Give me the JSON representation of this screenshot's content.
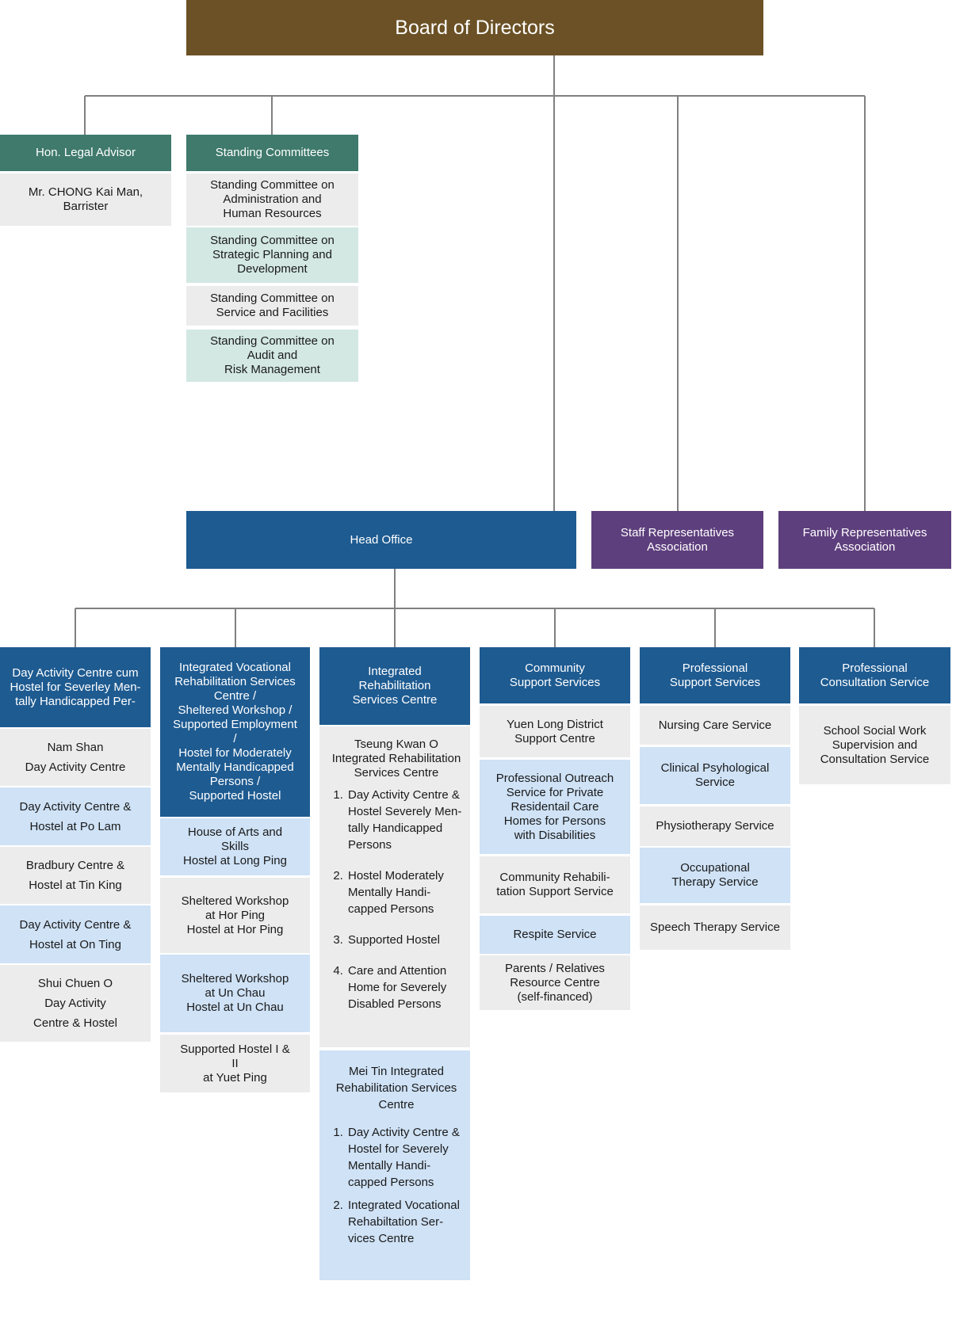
{
  "board": {
    "label": "Board of Directors"
  },
  "legal_advisor": {
    "header": "Hon. Legal Advisor",
    "name": "Mr. CHONG Kai Man,\nBarrister"
  },
  "standing_committees": {
    "header": "Standing Committees",
    "items": [
      "Standing Committee on\nAdministration and\nHuman Resources",
      "Standing Committee on\nStrategic Planning and\nDevelopment",
      "Standing Committee on\nService and Facilities",
      "Standing Committee on\nAudit and\nRisk Management"
    ]
  },
  "head_office": {
    "label": "Head Office"
  },
  "staff_rep": {
    "label": "Staff Representatives\nAssociation"
  },
  "family_rep": {
    "label": "Family Representatives\nAssociation"
  },
  "col1": {
    "header": "Day Activity Centre cum\nHostel for Severley Men-\ntally Handicapped Per-",
    "items": [
      "Nam Shan\nDay Activity Centre",
      "Day Activity Centre &\nHostel at Po Lam",
      "Bradbury Centre &\nHostel at Tin King",
      "Day Activity Centre &\nHostel at On Ting",
      "Shui Chuen O\nDay Activity\nCentre & Hostel"
    ]
  },
  "col2": {
    "header": "Integrated Vocational\nRehabilitation Services\nCentre /\nSheltered Workshop /\nSupported Employment\n/\nHostel for Moderately\nMentally Handicapped\nPersons /\nSupported Hostel",
    "items": [
      "House of Arts and\nSkills\nHostel at Long Ping",
      "Sheltered Workshop\nat Hor Ping\nHostel at Hor Ping",
      "Sheltered Workshop\nat Un Chau\nHostel at Un Chau",
      "Supported Hostel I &\nII\nat Yuet Ping"
    ]
  },
  "col3": {
    "header": "Integrated\nRehabilitation\nServices Centre",
    "centre1": {
      "title": "Tseung Kwan O\nIntegrated Rehabilitation\nServices Centre",
      "items": [
        "Day Activity Centre &\nHostel Severely Men-\ntally Handicapped\nPersons",
        "Hostel Moderately\nMentally Handi-\ncapped Persons",
        "Supported Hostel",
        "Care and Attention\nHome for Severely\nDisabled Persons"
      ]
    },
    "centre2": {
      "title": "Mei Tin Integrated\nRehabilitation Services\nCentre",
      "items": [
        "Day Activity Centre &\nHostel for Severely\nMentally Handi-\ncapped Persons",
        "Integrated Vocational\nRehabiltation Ser-\nvices Centre"
      ]
    }
  },
  "col4": {
    "header": "Community\nSupport Services",
    "items": [
      "Yuen Long District\nSupport Centre",
      "Professional Outreach\nService for Private\nResidentail Care\nHomes for Persons\nwith Disabilities",
      "Community Rehabili-\ntation Support Service",
      "Respite Service",
      "Parents / Relatives\nResource Centre\n(self-financed)"
    ]
  },
  "col5": {
    "header": "Professional\nSupport Services",
    "items": [
      "Nursing Care Service",
      "Clinical Psyhological\nService",
      "Physiotherapy Service",
      "Occupational\nTherapy Service",
      "Speech Therapy Service"
    ]
  },
  "col6": {
    "header": "Professional\nConsultation Service",
    "items": [
      "School Social Work\nSupervision and\nConsultation Service"
    ]
  },
  "colors": {
    "board": "#6b5125",
    "teal": "#3f7a6c",
    "blue_header": "#1e5b91",
    "purple": "#5e3f7d",
    "grey_cell": "#ececec",
    "mint_cell": "#d3e8e3",
    "blue_cell": "#cfe2f6",
    "connector": "#808080"
  }
}
